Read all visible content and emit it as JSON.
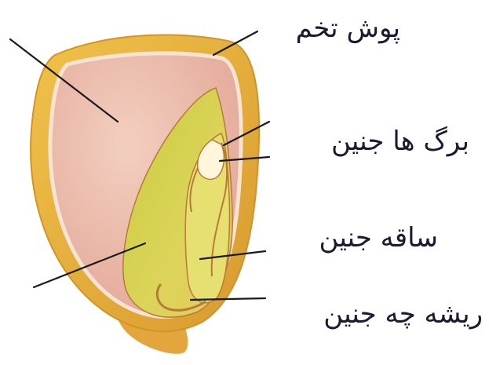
{
  "diagram": {
    "labels": {
      "seed_coat": "پوش تخم",
      "embryo_leaves": "برگ ها جنین",
      "embryo_stem": "ساقه جنین",
      "embryo_root": "ریشه چه جنین"
    },
    "colors": {
      "label_text": "#1a1a33",
      "leader_line": "#1a1a1a",
      "seed_coat": "#e6b23a",
      "coat_shadow": "#d29428",
      "endosperm": "#eeb8a6",
      "endosperm_rim": "#f6e3d3",
      "embryo": "#cfd04a",
      "embryo_light": "#e6e070",
      "embryo_outline": "#b87a3a",
      "plumule": "#fff6dc",
      "base": "#e2a63c"
    }
  }
}
